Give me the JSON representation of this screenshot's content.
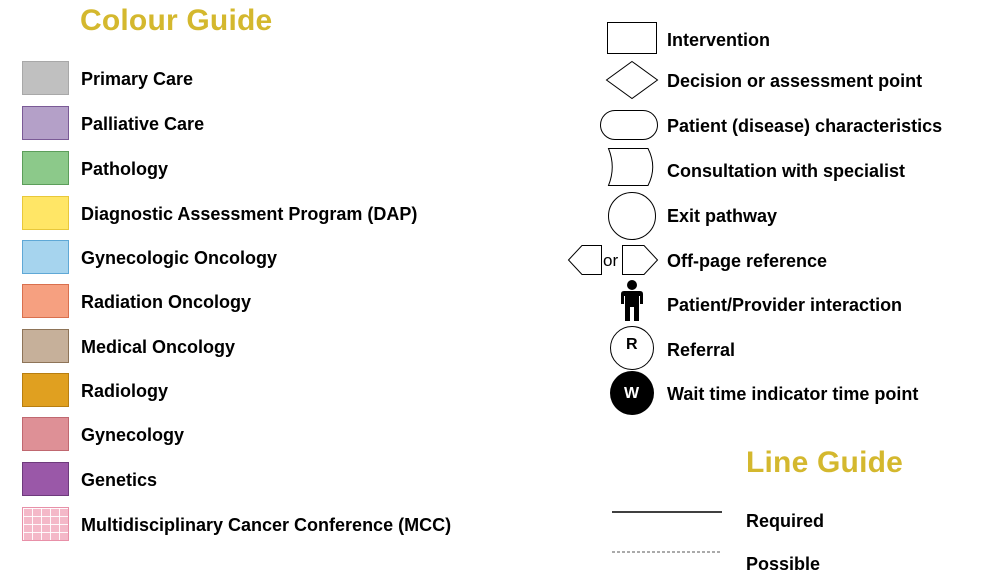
{
  "colour_guide": {
    "title": "Colour Guide",
    "items": [
      {
        "label": "Primary Care",
        "color": "#c0c0c0",
        "border": "#a8a8a8"
      },
      {
        "label": "Palliative Care",
        "color": "#b4a0c8",
        "border": "#7a5a96"
      },
      {
        "label": "Pathology",
        "color": "#8cc98a",
        "border": "#5c9e5a"
      },
      {
        "label": "Diagnostic Assessment Program (DAP)",
        "color": "#ffe666",
        "border": "#e8c83a"
      },
      {
        "label": "Gynecologic Oncology",
        "color": "#a6d4ee",
        "border": "#5fa8d6"
      },
      {
        "label": "Radiation Oncology",
        "color": "#f6a080",
        "border": "#d9704e"
      },
      {
        "label": "Medical Oncology",
        "color": "#c6b09a",
        "border": "#8e7458"
      },
      {
        "label": "Radiology",
        "color": "#e0a020",
        "border": "#b87e10"
      },
      {
        "label": "Gynecology",
        "color": "#de9096",
        "border": "#c06870"
      },
      {
        "label": "Genetics",
        "color": "#9a58a8",
        "border": "#6e3a7c"
      },
      {
        "label": "Multidisciplinary Cancer Conference (MCC)",
        "color": "#f4b8c8",
        "border": "#e890a8",
        "pattern": "grid"
      }
    ]
  },
  "symbol_guide": {
    "items": [
      {
        "label": "Intervention",
        "icon": "rectangle-icon"
      },
      {
        "label": "Decision or assessment point",
        "icon": "diamond-icon"
      },
      {
        "label": "Patient (disease) characteristics",
        "icon": "rounded-oval-icon"
      },
      {
        "label": "Consultation with specialist",
        "icon": "curved-rectangle-icon"
      },
      {
        "label": "Exit pathway",
        "icon": "circle-icon"
      },
      {
        "label": "Off-page reference",
        "icon": "arrow-pentagon-icon",
        "connector": "or"
      },
      {
        "label": "Patient/Provider interaction",
        "icon": "person-icon"
      },
      {
        "label": "Referral",
        "icon": "referral-circle-icon",
        "letter": "R"
      },
      {
        "label": "Wait time indicator time point",
        "icon": "wait-time-circle-icon",
        "letter": "W"
      }
    ]
  },
  "line_guide": {
    "title": "Line Guide",
    "items": [
      {
        "label": "Required",
        "style": "solid"
      },
      {
        "label": "Possible",
        "style": "dashed"
      }
    ]
  }
}
